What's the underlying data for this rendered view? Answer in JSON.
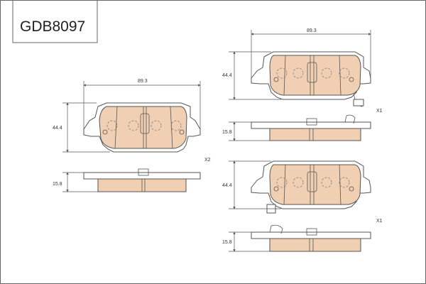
{
  "part_number": "GDB8097",
  "colors": {
    "pad_material": "#f0cfb2",
    "pad_material_dark": "#e6bfa0",
    "line": "#555555"
  },
  "front_pad": {
    "width_label": "89.3",
    "height_label": "44.4",
    "thickness_label": "15.8",
    "quantity_label": "X2"
  },
  "rear_pad_upper": {
    "width_label": "89.3",
    "height_label": "44.4",
    "thickness_label": "15.8",
    "quantity_label": "X1"
  },
  "rear_pad_lower": {
    "height_label": "44.4",
    "thickness_label": "15.8",
    "quantity_label": "X1"
  }
}
